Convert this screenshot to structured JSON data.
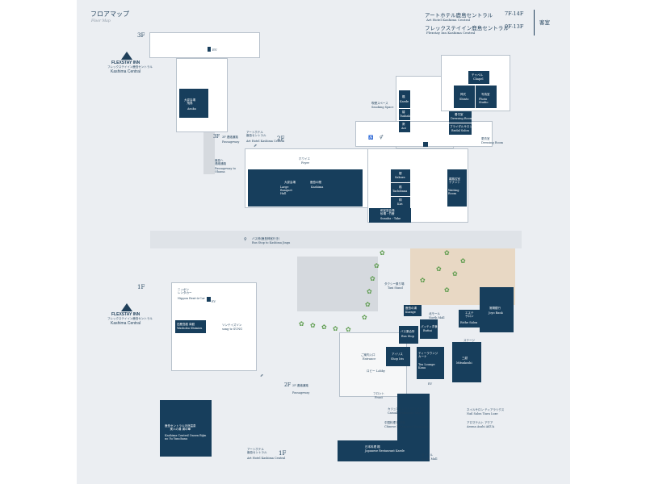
{
  "header": {
    "title": "フロアマップ",
    "subtitle": "Floor Map",
    "hotel1_jp": "アートホテル鹿島セントラル",
    "hotel1_en": "Art Hotel Kashima Central",
    "hotel1_floors": "7F-14F",
    "hotel2_jp": "フレックステイイン鹿島セントラル",
    "hotel2_en": "Flexstay Inn Kashima Central",
    "hotel2_floors": "9F-13F",
    "guest_rooms": "客室"
  },
  "logo": {
    "name": "FLEXSTAY INN",
    "jp": "フレックステイイン鹿島セントラル",
    "sub": "Kashima Central"
  },
  "floors": {
    "f3": "3F",
    "f2": "2F",
    "f1": "1F",
    "f2b": "2F",
    "f1b": "1F"
  },
  "upper": {
    "ev": "EV",
    "arda_jp": "大宴会場\n飛鳥",
    "arda_en": "Asuka",
    "passage3_jp": "3F 連絡通路",
    "passage3_en": "Passageway",
    "art2_jp": "アートホテル\n鹿島セントラル",
    "art2_en": "Art Hotel Kashima Central",
    "passage_to_jp": "鹿島へ\n連絡通路",
    "passage_to_en": "Passageway to Ohama",
    "chapel_jp": "チャペル",
    "chapel_en": "Chapel",
    "shrine_jp": "神式",
    "shrine_en": "Shinto",
    "photo_jp": "写真室",
    "photo_en": "Photo Studio",
    "smoking_jp": "喫煙スペース",
    "smoking_en": "Smoking Space",
    "kaede_jp": "楓",
    "kaede_en": "Kaede",
    "tsubaki_jp": "椿",
    "tsubaki_en": "Tsubaki",
    "aoi_jp": "葵",
    "aoi_en": "Aoi",
    "dressing_jp": "着付室",
    "dressing_en": "Dressing Room",
    "bridal_jp": "ブライダルサロン",
    "bridal_en": "Bridal Salon",
    "dress_jp": "更衣室",
    "dress_en": "Dressing Room",
    "foyer_jp": "ホワイエ",
    "foyer_en": "Foyer",
    "large_jp": "大宴会場",
    "large_en": "Large Banquet Hall",
    "kashima_jp": "鹿島の間",
    "kashima_en": "Kashima",
    "sakura_jp": "櫻",
    "sakura_en": "Sakura",
    "tachibana_jp": "橘",
    "tachibana_en": "Tachibana",
    "kiri_jp": "桐",
    "kiri_en": "Kiri",
    "waiting_jp": "親族控室\nテナント",
    "waiting_en": "Waiting Room",
    "waiting2_jp": "和室宴会場\n砂場・竹藪",
    "waiting2_en": "Sunaba・Take",
    "ev2": "EV"
  },
  "lower": {
    "bus_jp": "バス停(鹿島神宮行き)",
    "bus_en": "Bus Stop to Kashima Jingu",
    "rent_jp": "ニッポン\nレンタカー",
    "rent_en": "Nippon Rent-A-Car",
    "ev": "EV",
    "sheraton_jp": "旧鹿島館 南館",
    "sheraton_en": "Washoku Shimizu",
    "sung_jp": "ソンテイズソン",
    "sung_en": "song tz SUNG",
    "taxi_jp": "タクシー乗り場",
    "taxi_en": "Taxi Stand",
    "kurage_jp": "鹿島の湯",
    "kurage_en": "Kurage",
    "north_jp": "北モール",
    "north_en": "North Mall",
    "buttai_jp": "パッティ洋食",
    "buttai_en": "Buttai",
    "esthe_jp": "エステ\nサロン",
    "esthe_en": "Esthe Salon",
    "joyo_jp": "常陽銀行",
    "joyo_en": "Joyo Bank",
    "front_desk_jp": "バス乗合所",
    "front_desk_en": "Bus Stop",
    "info_jp": "ご案内入口",
    "info_en": "Entrance",
    "aris_jp": "アイリス",
    "aris_en": "Shop Iris",
    "tea_jp": "ティーラウンジ\nカーナ",
    "tea_en": "Tea Lounge Kana",
    "stage_jp": "ステージ",
    "stage_en": "Stage",
    "mitsukoshi_jp": "三越",
    "mitsukoshi_en": "Mitsukoshi",
    "lobby_jp": "ロビー",
    "lobby_en": "Lobby",
    "front_jp": "フロント",
    "front_en": "Front",
    "passage2_jp": "2F 連絡通路",
    "passage2_en": "Passageway",
    "casual_jp": "カジュアルレストラン セピア",
    "casual_en": "Casual Restaurant Sepia",
    "chinese_jp": "中国料理 桃源郷",
    "chinese_en": "Chinese Restaurant Tougenkyo",
    "japanese_jp": "日本料理 楓",
    "japanese_en": "Japanese Restaurant Kaede",
    "south_jp": "南モール",
    "south_en": "South Mall",
    "nail_jp": "ネイルサロン ティアラリクス",
    "nail_en": "Nail Salon Tiara Luxe",
    "aroma_jp": "アロマテルト アクア",
    "aroma_en": "Aroma Asahi AKUA",
    "onsen_jp": "鹿島セントラル天然温泉\n美人の湯 湯の華",
    "onsen_en": "Kashima Central Onsen Bijin no Yu Yunohana",
    "art1_jp": "アートホテル\n鹿島セントラル",
    "art1_en": "Art Hotel Kashima Central",
    "ev2": "EV"
  },
  "colors": {
    "room": "#173e5c",
    "canvas": "#ebeef2",
    "tree": "#5a9a4a",
    "plaza": "#e8d8c4"
  }
}
